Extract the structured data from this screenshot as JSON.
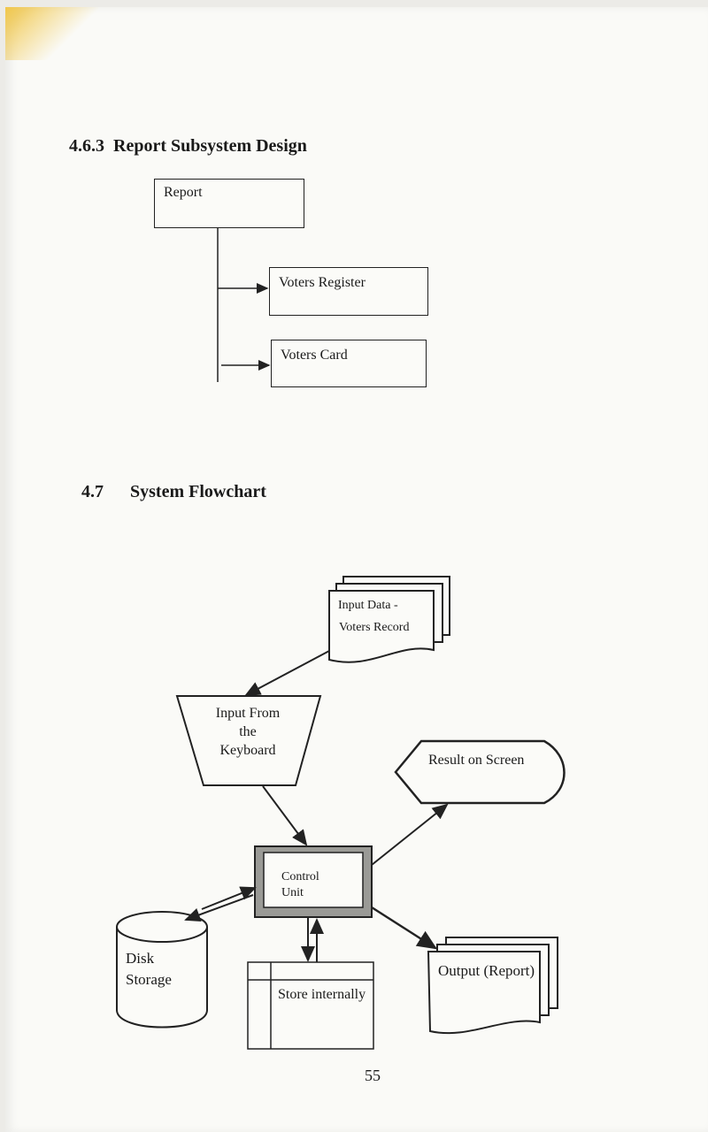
{
  "headings": {
    "subsystem_number": "4.6.3",
    "subsystem_title": "Report Subsystem Design",
    "flowchart_number": "4.7",
    "flowchart_title": "System Flowchart"
  },
  "hierarchy": {
    "root": "Report",
    "children": [
      "Voters Register",
      "Voters Card"
    ]
  },
  "flowchart": {
    "input_doc_line1": "Input Data  -",
    "input_doc_line2": "Voters Record",
    "manual_input_line1": "Input From",
    "manual_input_line2": "the",
    "manual_input_line3": "Keyboard",
    "display": "Result on Screen",
    "process_line1": "Control",
    "process_line2": "Unit",
    "disk_line1": "Disk",
    "disk_line2": "Storage",
    "internal_storage": "Store internally",
    "output_doc": "Output (Report)"
  },
  "page_number": "55"
}
